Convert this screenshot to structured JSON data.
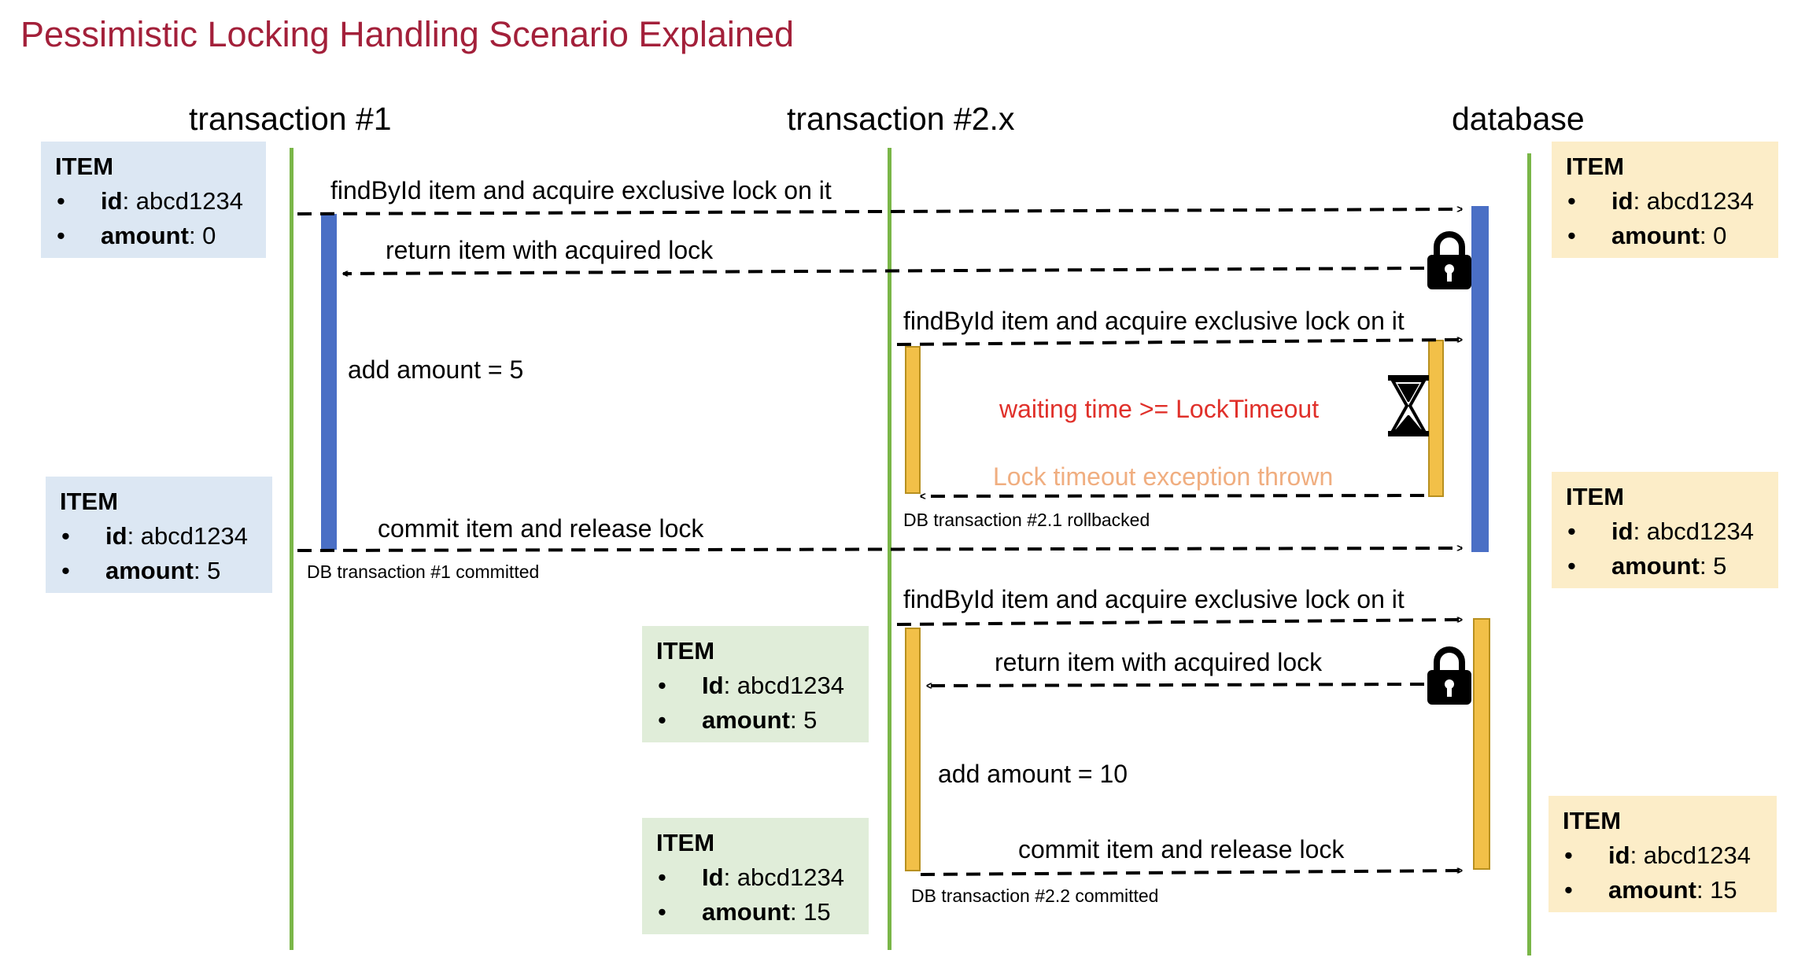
{
  "title": "Pessimistic Locking Handling Scenario Explained",
  "lanes": {
    "t1": "transaction #1",
    "t2": "transaction #2.x",
    "db": "database"
  },
  "messages": {
    "m1": "findById item and acquire exclusive lock on it",
    "m2": "return item with acquired lock",
    "m3": "add amount = 5",
    "m4": "findById item and acquire exclusive lock on it",
    "m5": "waiting time >= LockTimeout",
    "m6": "Lock timeout exception thrown",
    "m7": "DB transaction #2.1 rollbacked",
    "m8": "commit item and release lock",
    "m9": "DB transaction #1 committed",
    "m10": "findById item and acquire exclusive lock on it",
    "m11": "return item with acquired lock",
    "m12": "add amount = 10",
    "m13": "commit item and release lock",
    "m14": "DB transaction #2.2 committed"
  },
  "cards": {
    "c1": {
      "title": "ITEM",
      "k1": "id",
      "v1": ": abcd1234",
      "k2": "amount",
      "v2": ": 0"
    },
    "c2": {
      "title": "ITEM",
      "k1": "id",
      "v1": ": abcd1234",
      "k2": "amount",
      "v2": ": 5"
    },
    "c3": {
      "title": "ITEM",
      "k1": "Id",
      "v1": ": abcd1234",
      "k2": "amount",
      "v2": ": 5"
    },
    "c4": {
      "title": "ITEM",
      "k1": "Id",
      "v1": ": abcd1234",
      "k2": "amount",
      "v2": ": 15"
    },
    "c5": {
      "title": "ITEM",
      "k1": "id",
      "v1": ": abcd1234",
      "k2": "amount",
      "v2": ": 0"
    },
    "c6": {
      "title": "ITEM",
      "k1": "id",
      "v1": ": abcd1234",
      "k2": "amount",
      "v2": ": 5"
    },
    "c7": {
      "title": "ITEM",
      "k1": "id",
      "v1": ": abcd1234",
      "k2": "amount",
      "v2": ": 15"
    }
  },
  "icons": {
    "lock": "lock-icon",
    "hourglass": "hourglass-icon"
  },
  "colors": {
    "title": "#a3203a",
    "lifeline": "#7ab648",
    "transaction1_bar": "#4a6fc5",
    "transaction2_bar": "#f2c048",
    "warning_text": "#e0302a",
    "exception_text": "#f0ae80"
  }
}
